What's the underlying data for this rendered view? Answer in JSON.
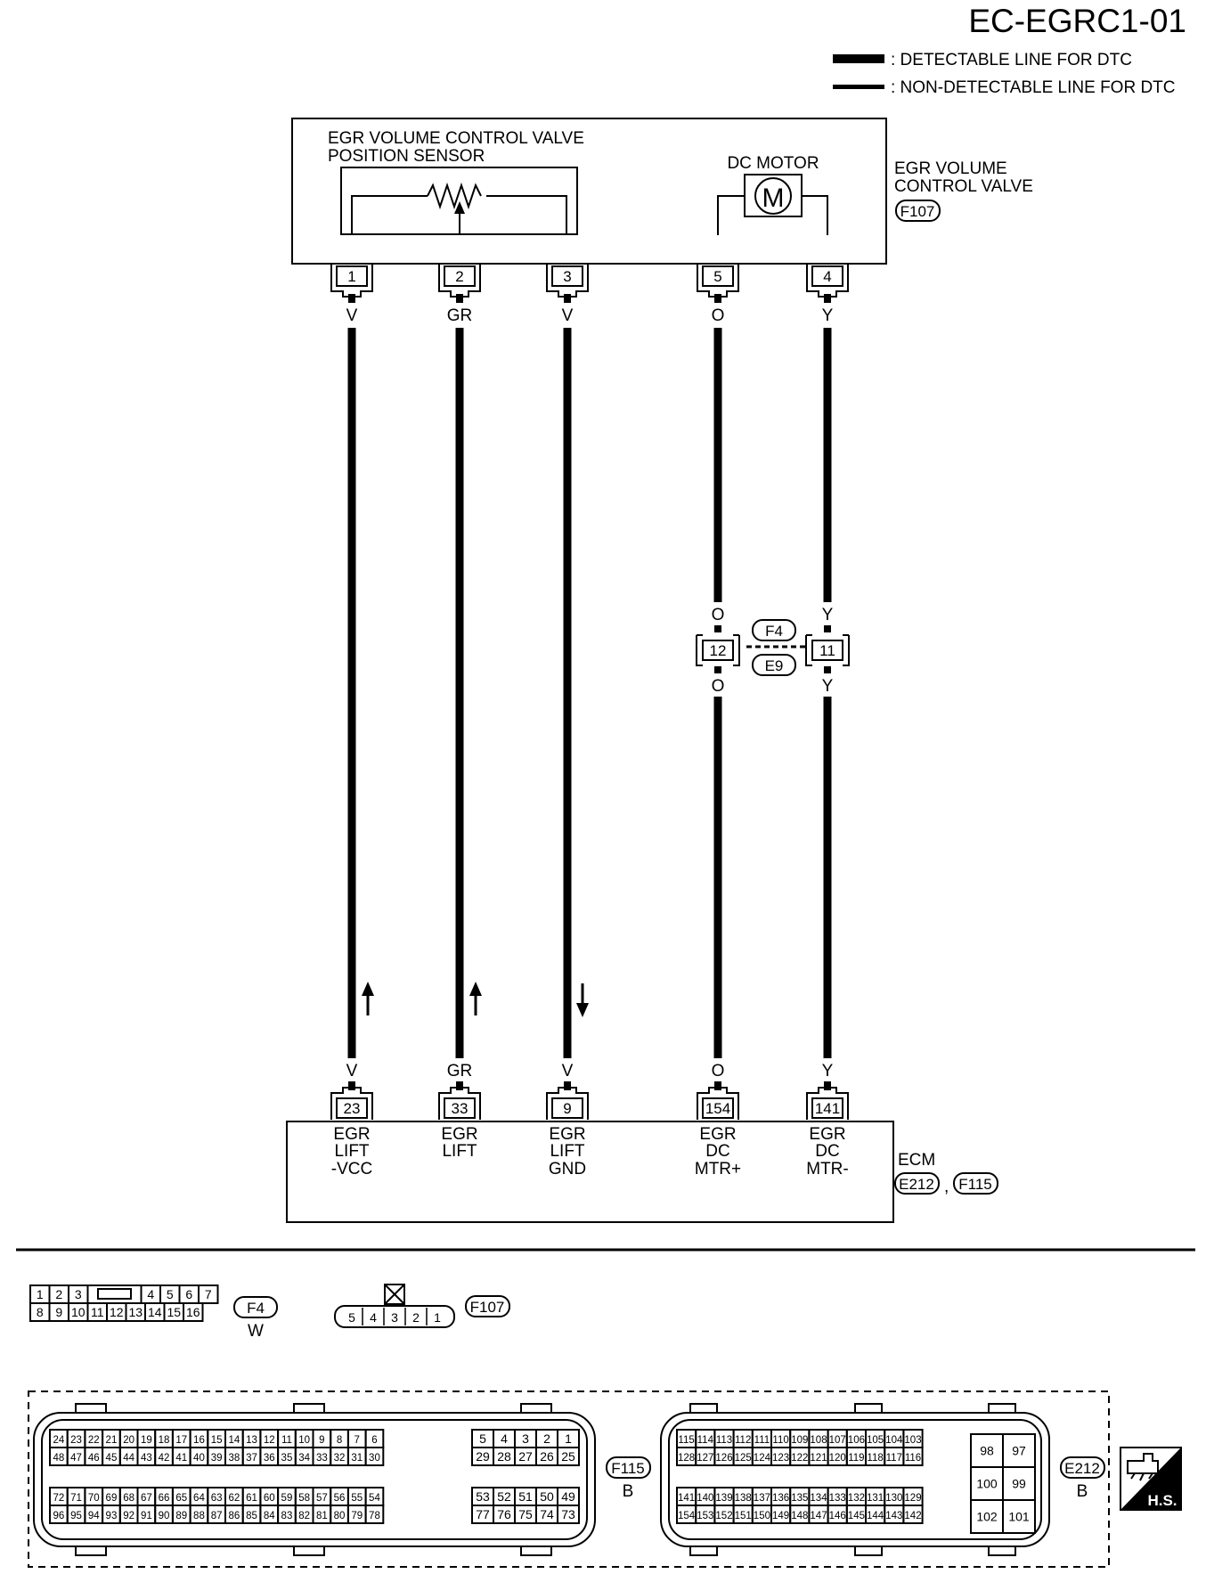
{
  "title": "EC-EGRC1-01",
  "legend": {
    "detectable": ": DETECTABLE LINE FOR DTC",
    "non_detectable": ": NON-DETECTABLE LINE FOR DTC"
  },
  "valve": {
    "sensor_label_1": "EGR VOLUME CONTROL VALVE",
    "sensor_label_2": "POSITION SENSOR",
    "motor_label": "DC MOTOR",
    "motor_symbol": "M",
    "name_1": "EGR VOLUME",
    "name_2": "CONTROL VALVE",
    "connector": "F107"
  },
  "wires": [
    {
      "top_pin": "1",
      "color": "V",
      "bottom_pin": "23",
      "ecm_1": "EGR",
      "ecm_2": "LIFT",
      "ecm_3": "-VCC"
    },
    {
      "top_pin": "2",
      "color": "GR",
      "bottom_pin": "33",
      "ecm_1": "EGR",
      "ecm_2": "LIFT",
      "ecm_3": ""
    },
    {
      "top_pin": "3",
      "color": "V",
      "bottom_pin": "9",
      "ecm_1": "EGR",
      "ecm_2": "LIFT",
      "ecm_3": "GND"
    },
    {
      "top_pin": "5",
      "color": "O",
      "bottom_pin": "154",
      "ecm_1": "EGR",
      "ecm_2": "DC",
      "ecm_3": "MTR+",
      "mid_pin": "12"
    },
    {
      "top_pin": "4",
      "color": "Y",
      "bottom_pin": "141",
      "ecm_1": "EGR",
      "ecm_2": "DC",
      "ecm_3": "MTR-",
      "mid_pin": "11"
    }
  ],
  "junction": {
    "upper": "F4",
    "lower": "E9"
  },
  "ecm": {
    "name": "ECM",
    "conn_1": "E212",
    "conn_2": "F115",
    "separator": ","
  },
  "connectors": {
    "f4": {
      "id": "F4",
      "color": "W",
      "row1_left": [
        "1",
        "2",
        "3"
      ],
      "row1_right": [
        "4",
        "5",
        "6",
        "7"
      ],
      "row2": [
        "8",
        "9",
        "10",
        "11",
        "12",
        "13",
        "14",
        "15",
        "16"
      ]
    },
    "f107": {
      "id": "F107",
      "pins": [
        "5",
        "4",
        "3",
        "2",
        "1"
      ]
    },
    "f115": {
      "id": "F115",
      "color": "B",
      "rows": [
        [
          "24",
          "23",
          "22",
          "21",
          "20",
          "19",
          "18",
          "17",
          "16",
          "15",
          "14",
          "13",
          "12",
          "11",
          "10",
          "9",
          "8",
          "7",
          "6"
        ],
        [
          "48",
          "47",
          "46",
          "45",
          "44",
          "43",
          "42",
          "41",
          "40",
          "39",
          "38",
          "37",
          "36",
          "35",
          "34",
          "33",
          "32",
          "31",
          "30"
        ],
        [
          "72",
          "71",
          "70",
          "69",
          "68",
          "67",
          "66",
          "65",
          "64",
          "63",
          "62",
          "61",
          "60",
          "59",
          "58",
          "57",
          "56",
          "55",
          "54"
        ],
        [
          "96",
          "95",
          "94",
          "93",
          "92",
          "91",
          "90",
          "89",
          "88",
          "87",
          "86",
          "85",
          "84",
          "83",
          "82",
          "81",
          "80",
          "79",
          "78"
        ]
      ],
      "rows_b": [
        [
          "5",
          "4",
          "3",
          "2",
          "1"
        ],
        [
          "29",
          "28",
          "27",
          "26",
          "25"
        ],
        [
          "53",
          "52",
          "51",
          "50",
          "49"
        ],
        [
          "77",
          "76",
          "75",
          "74",
          "73"
        ]
      ]
    },
    "e212": {
      "id": "E212",
      "color": "B",
      "rows": [
        [
          "115",
          "114",
          "113",
          "112",
          "111",
          "110",
          "109",
          "108",
          "107",
          "106",
          "105",
          "104",
          "103"
        ],
        [
          "128",
          "127",
          "126",
          "125",
          "124",
          "123",
          "122",
          "121",
          "120",
          "119",
          "118",
          "117",
          "116"
        ],
        [
          "141",
          "140",
          "139",
          "138",
          "137",
          "136",
          "135",
          "134",
          "133",
          "132",
          "131",
          "130",
          "129"
        ],
        [
          "154",
          "153",
          "152",
          "151",
          "150",
          "149",
          "148",
          "147",
          "146",
          "145",
          "144",
          "143",
          "142"
        ]
      ],
      "big": [
        [
          "98",
          "97"
        ],
        [
          "100",
          "99"
        ],
        [
          "102",
          "101"
        ]
      ]
    }
  },
  "hs_label": "H.S."
}
